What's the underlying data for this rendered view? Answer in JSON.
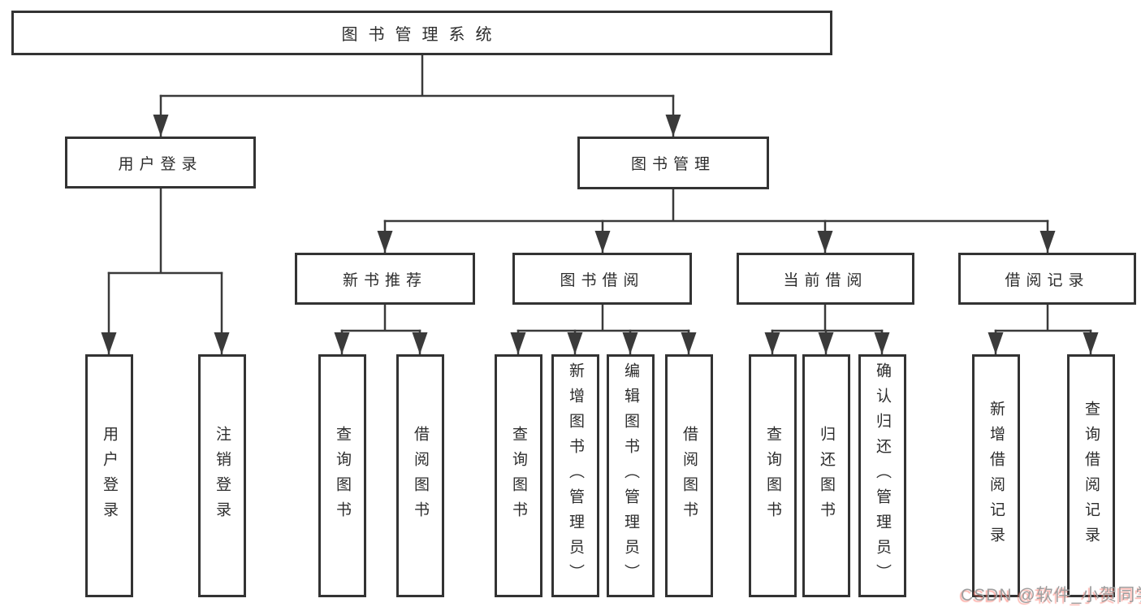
{
  "title": "图书管理系统",
  "nodes": {
    "root": "图书管理系统",
    "user_login": "用户登录",
    "book_management": "图书管理",
    "new_book_recommend": "新书推荐",
    "book_borrow": "图书借阅",
    "current_borrow": "当前借阅",
    "borrow_records": "借阅记录",
    "leaf_user_login": "用户登录",
    "leaf_logout": "注销登录",
    "leaf_nb_query_books": "查询图书",
    "leaf_nb_borrow_books": "借阅图书",
    "leaf_bb_query_books": "查询图书",
    "leaf_bb_add_books": "新增图书（管理员）",
    "leaf_bb_edit_books": "编辑图书（管理员）",
    "leaf_bb_borrow_books": "借阅图书",
    "leaf_cb_query_books": "查询图书",
    "leaf_cb_return_books": "归还图书",
    "leaf_cb_confirm_return": "确认归还（管理员）",
    "leaf_br_add_record": "新增借阅记录",
    "leaf_br_query_record": "查询借阅记录"
  },
  "edges": [
    [
      "图书管理系统",
      "用户登录"
    ],
    [
      "图书管理系统",
      "图书管理"
    ],
    [
      "用户登录",
      "用户登录"
    ],
    [
      "用户登录",
      "注销登录"
    ],
    [
      "图书管理",
      "新书推荐"
    ],
    [
      "图书管理",
      "图书借阅"
    ],
    [
      "图书管理",
      "当前借阅"
    ],
    [
      "图书管理",
      "借阅记录"
    ],
    [
      "新书推荐",
      "查询图书"
    ],
    [
      "新书推荐",
      "借阅图书"
    ],
    [
      "图书借阅",
      "查询图书"
    ],
    [
      "图书借阅",
      "新增图书（管理员）"
    ],
    [
      "图书借阅",
      "编辑图书（管理员）"
    ],
    [
      "图书借阅",
      "借阅图书"
    ],
    [
      "当前借阅",
      "查询图书"
    ],
    [
      "当前借阅",
      "归还图书"
    ],
    [
      "当前借阅",
      "确认归还（管理员）"
    ],
    [
      "借阅记录",
      "新增借阅记录"
    ],
    [
      "借阅记录",
      "查询借阅记录"
    ]
  ],
  "watermark": {
    "text": "CSDN @软件_小贺同学"
  },
  "colors": {
    "background": "#ffffff",
    "line": "#3a3a3a",
    "box_border": "#333333",
    "text": "#2d2d2d",
    "watermark_text": "#9e9e9e",
    "watermark_shadow": "#fc6e60"
  }
}
